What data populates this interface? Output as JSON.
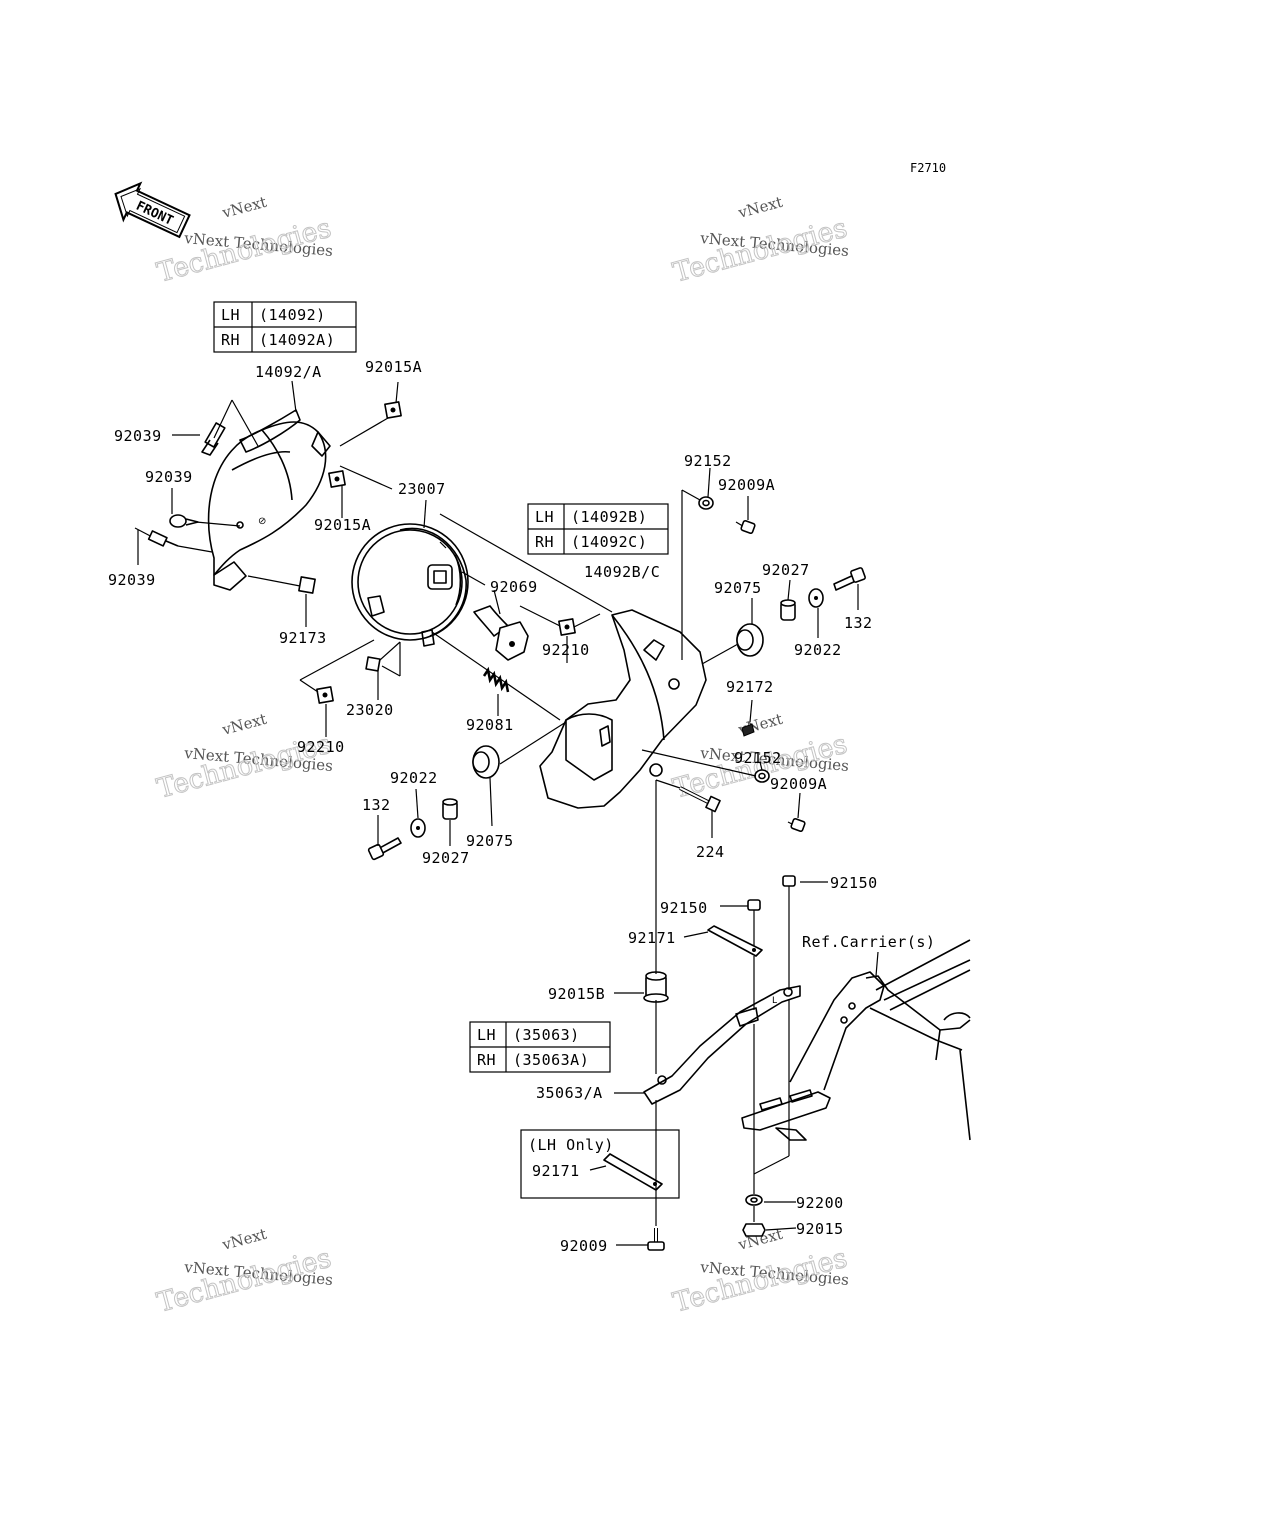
{
  "figure_code": "F2710",
  "front_label": "FRONT",
  "watermark": {
    "line1": "vNext Technologies",
    "line2": "Technologies",
    "line3": "vNext"
  },
  "tables": {
    "headlight_cover": {
      "rows": [
        {
          "side": "LH",
          "code": "(14092)"
        },
        {
          "side": "RH",
          "code": "(14092A)"
        }
      ]
    },
    "headlight_housing": {
      "rows": [
        {
          "side": "LH",
          "code": "(14092B)"
        },
        {
          "side": "RH",
          "code": "(14092C)"
        }
      ]
    },
    "bracket": {
      "rows": [
        {
          "side": "LH",
          "code": "(35063)"
        },
        {
          "side": "RH",
          "code": "(35063A)"
        }
      ]
    }
  },
  "lh_only_note": "(LH Only)",
  "ref_carrier": "Ref.Carrier(s)",
  "labels": {
    "p14092_a": "14092/A",
    "p92015A_top": "92015A",
    "p92039_1": "92039",
    "p92039_2": "92039",
    "p92039_3": "92039",
    "p23007": "23007",
    "p92015A_mid": "92015A",
    "p92173": "92173",
    "p92069": "92069",
    "p23020": "23020",
    "p92210_left": "92210",
    "p92081": "92081",
    "p92210_mid": "92210",
    "p14092b_c": "14092B/C",
    "p92152_top": "92152",
    "p92009A_top": "92009A",
    "p92027_top": "92027",
    "p92075_top": "92075",
    "p132_right": "132",
    "p92022_right": "92022",
    "p92172": "92172",
    "p92152_mid": "92152",
    "p92009A_mid": "92009A",
    "p92022_left": "92022",
    "p132_left": "132",
    "p92027_left": "92027",
    "p92075_left": "92075",
    "p224": "224",
    "p92150_right": "92150",
    "p92150_left": "92150",
    "p92171_top": "92171",
    "p92015B": "92015B",
    "p35063_a": "35063/A",
    "p92171_bottom": "92171",
    "p92009": "92009",
    "p92200": "92200",
    "p92015": "92015"
  }
}
